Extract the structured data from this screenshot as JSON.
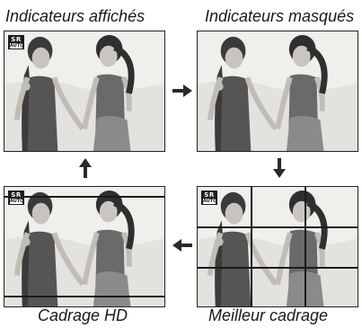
{
  "captions": {
    "indicators_shown": "Indicateurs affichés",
    "indicators_hidden": "Indicateurs masqués",
    "hd_framing": "Cadrage HD",
    "best_framing": "Meilleur cadrage"
  },
  "badge": {
    "top": "SR",
    "bottom": "AUTO"
  },
  "icons": {
    "flow_arrow": "arrow-icon",
    "mode_badge": "sr-auto-icon"
  },
  "colors": {
    "ink": "#1a1a1a",
    "background": "#ffffff",
    "photo_bg": "#e9e9e6"
  }
}
